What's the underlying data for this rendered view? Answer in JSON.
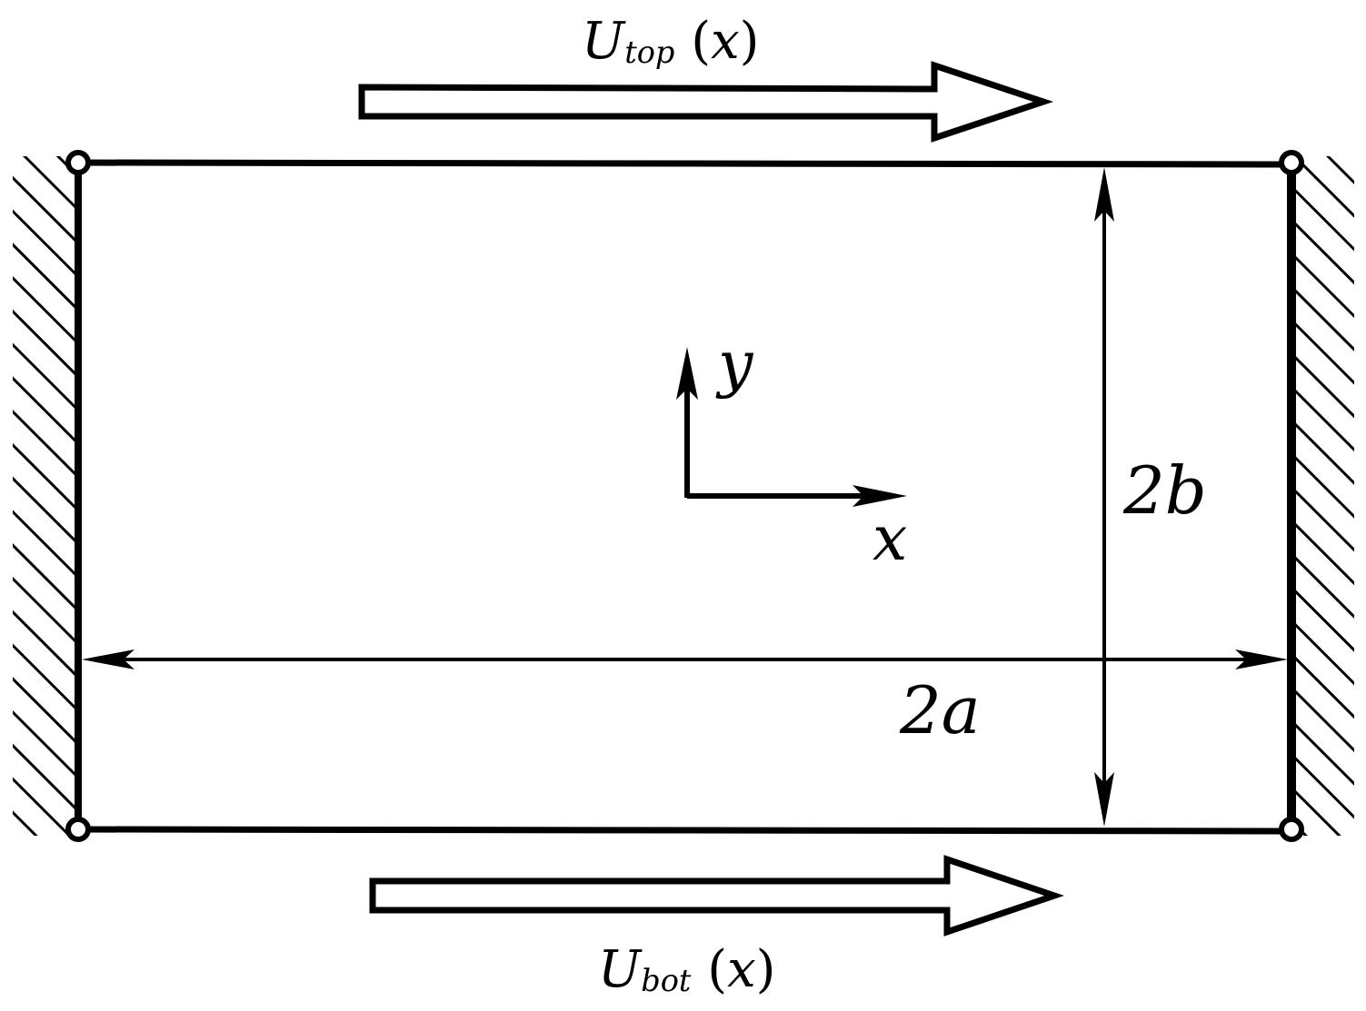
{
  "labels": {
    "top_velocity": {
      "symbol": "U",
      "subscript": "top",
      "argument": "x"
    },
    "bottom_velocity": {
      "symbol": "U",
      "subscript": "bot",
      "argument": "x"
    },
    "axis_y": "y",
    "axis_x": "x",
    "height_dim": "2b",
    "width_dim": "2a"
  },
  "colors": {
    "stroke": "#000000",
    "background": "#ffffff"
  }
}
